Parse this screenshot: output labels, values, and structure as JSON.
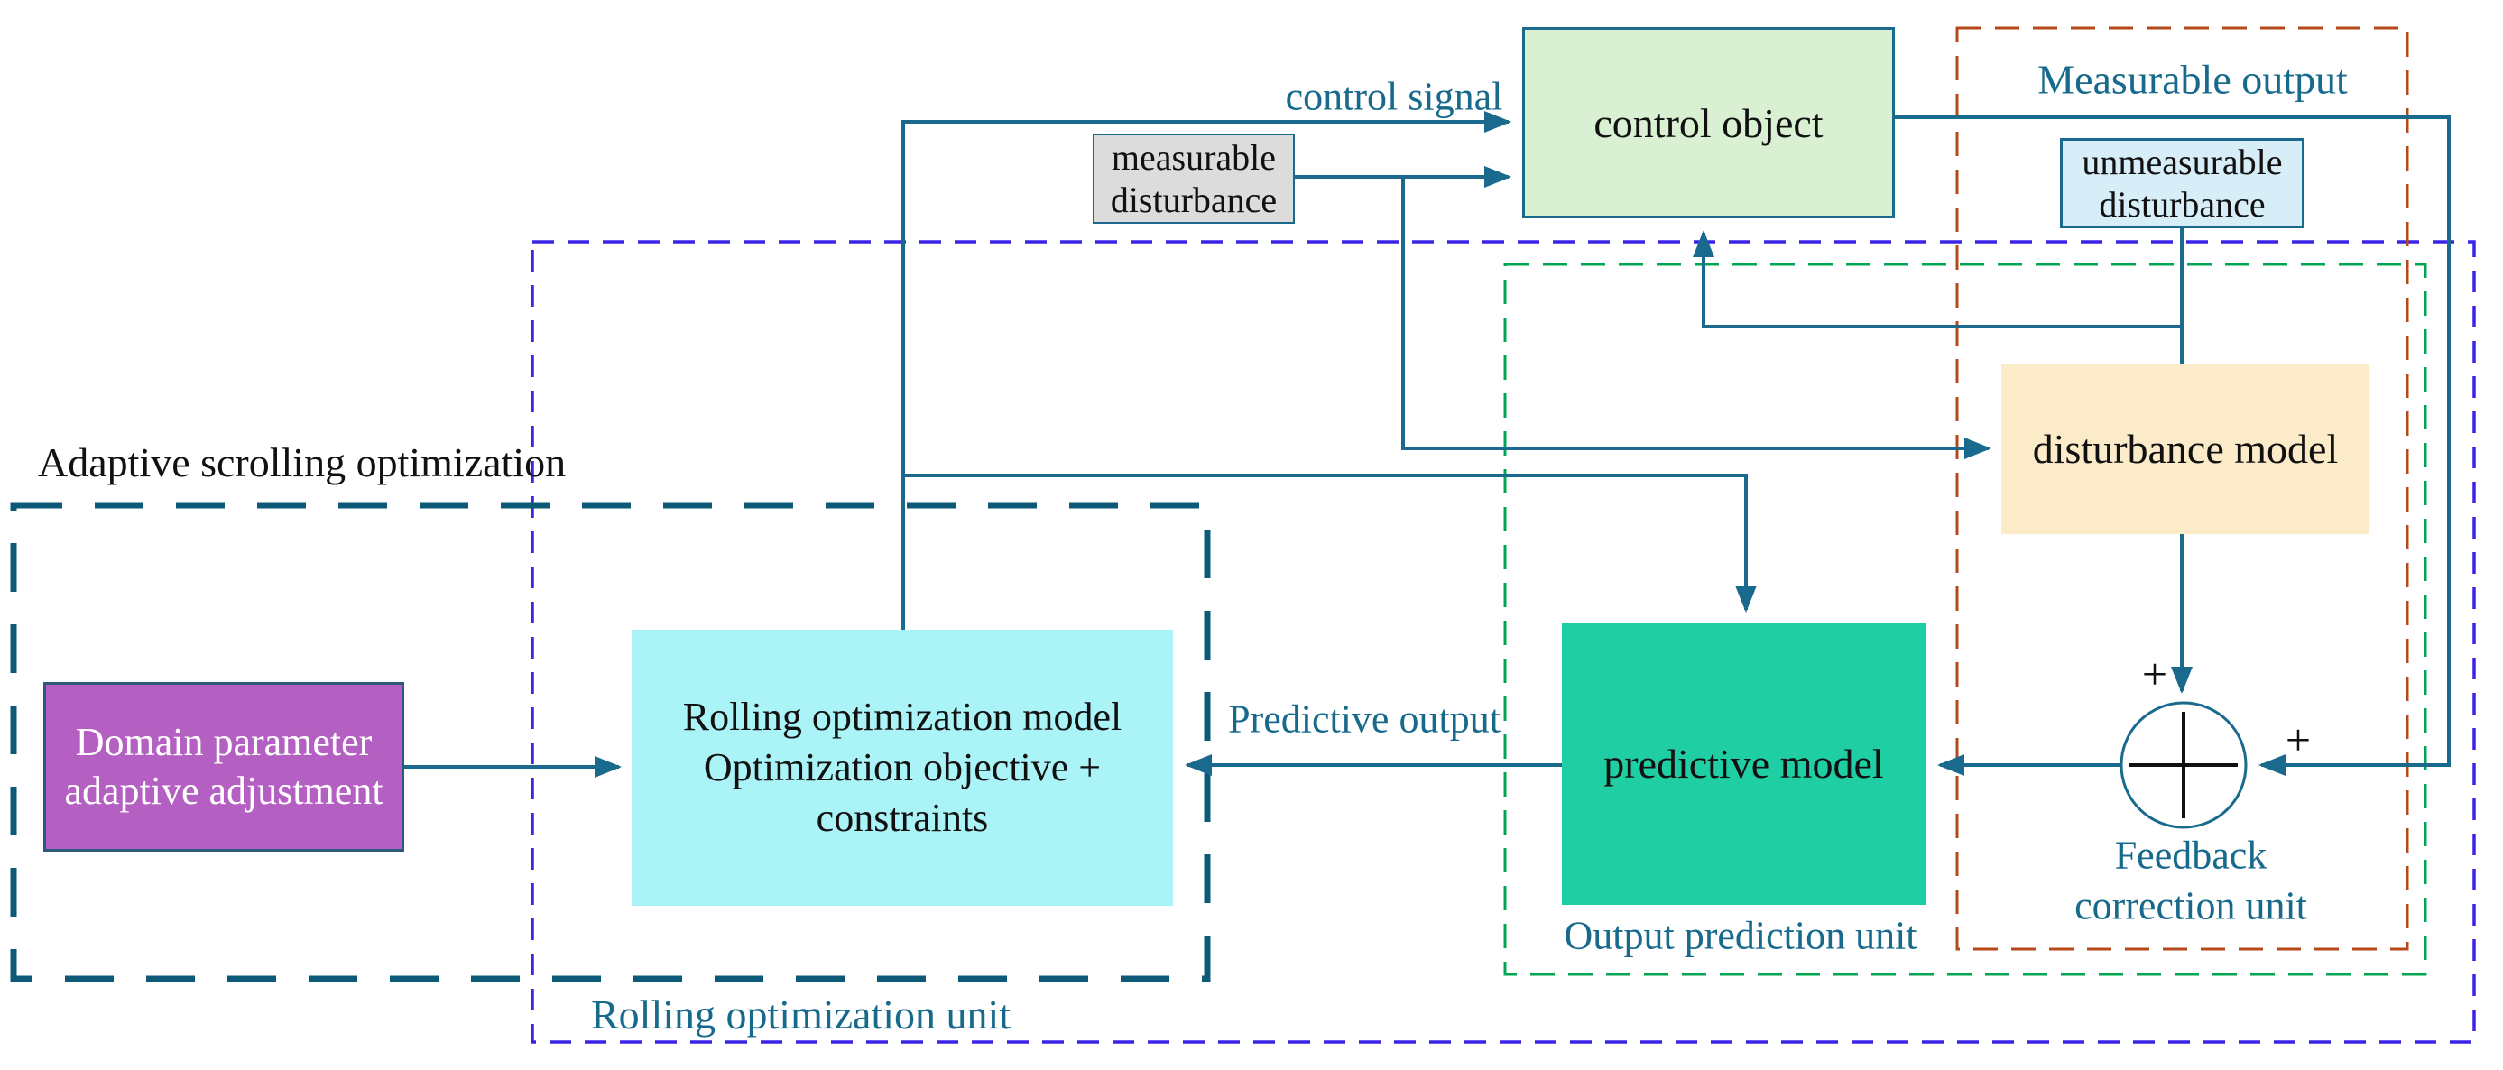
{
  "boxes": {
    "control_object": {
      "label": "control object"
    },
    "measurable_disturbance": {
      "line1": "measurable",
      "line2": "disturbance"
    },
    "unmeasurable_disturbance": {
      "line1": "unmeasurable",
      "line2": "disturbance"
    },
    "disturbance_model": {
      "label": "disturbance model"
    },
    "predictive_model": {
      "label": "predictive model"
    },
    "rolling_optimization": {
      "line1": "Rolling optimization model",
      "line2": "Optimization objective +",
      "line3": "constraints"
    },
    "domain_parameter": {
      "line1": "Domain parameter",
      "line2": "adaptive adjustment"
    }
  },
  "labels": {
    "adaptive_scrolling": "Adaptive scrolling optimization",
    "control_signal": "control signal",
    "measurable_output": "Measurable output",
    "predictive_output": "Predictive output",
    "output_prediction_unit": "Output prediction unit",
    "feedback_line1": "Feedback",
    "feedback_line2": "correction unit",
    "rolling_optimization_unit": "Rolling optimization unit",
    "plus_top": "+",
    "plus_right": "+"
  },
  "colors": {
    "line": "#196a8d",
    "darkteal": "#0d5a78",
    "blue": "#3a24e8",
    "green": "#00a651",
    "brown": "#b5491a",
    "tealtext": "#176a8c",
    "fill-controlobject": "#d9f0d2",
    "fill-gray": "#dcdcdc",
    "fill-lightblue": "#d7edf8",
    "fill-orange": "#fcebc9",
    "fill-greenbox": "#1fcfa3",
    "fill-cyan": "#aaf3f6",
    "fill-purple": "#b45fc2"
  }
}
